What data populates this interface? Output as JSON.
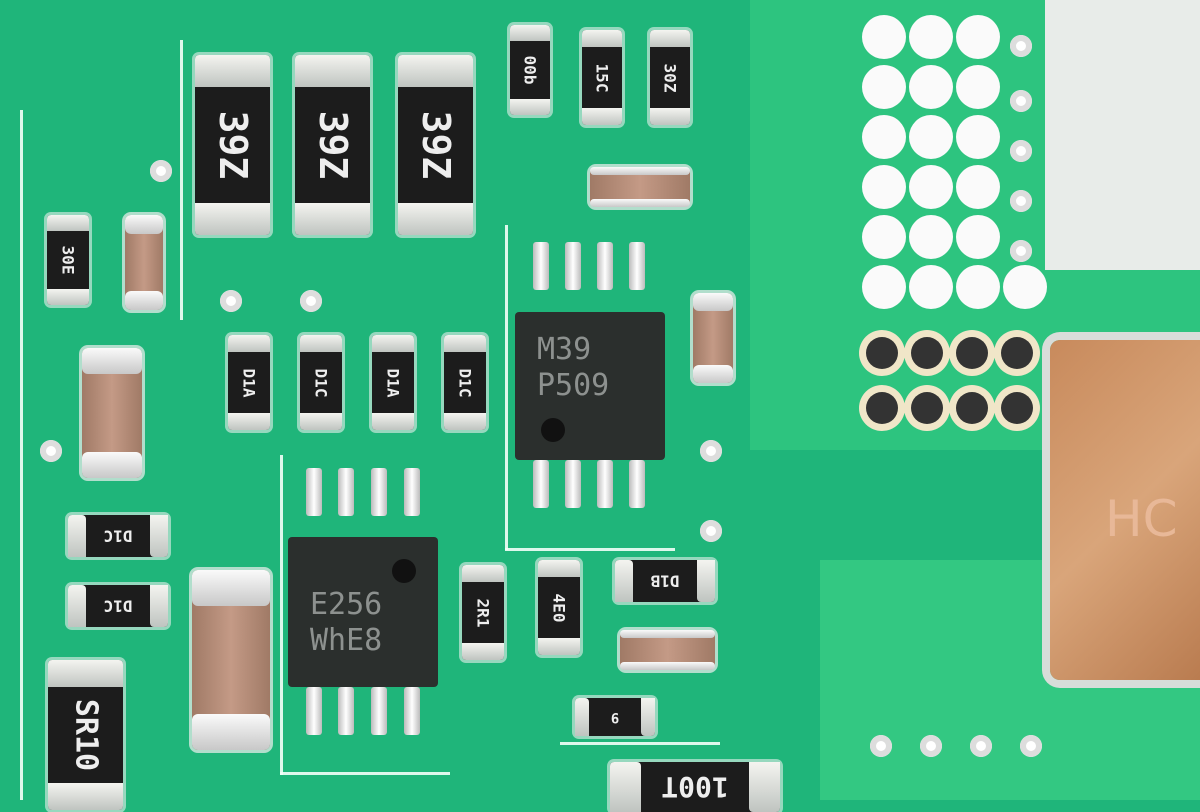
{
  "scene": "pcb-closeup",
  "colors": {
    "board": "#1fb57a",
    "silkscreen": "#f2fff8",
    "copper": "#c8875a"
  },
  "chips": [
    {
      "line1": "M39",
      "line2": "P509"
    },
    {
      "line1": "E256",
      "line2": "WhE8"
    }
  ],
  "big_resistors": [
    "39Z",
    "39Z",
    "39Z"
  ],
  "small_resistors": [
    "00b",
    "15C",
    "30Z",
    "30E",
    "D1A",
    "D1C",
    "D1A",
    "D1C",
    "D1C",
    "D1C",
    "D1B",
    "2R1",
    "4E0",
    "SR10",
    "100T",
    "9"
  ],
  "heatsink_label": "HC"
}
